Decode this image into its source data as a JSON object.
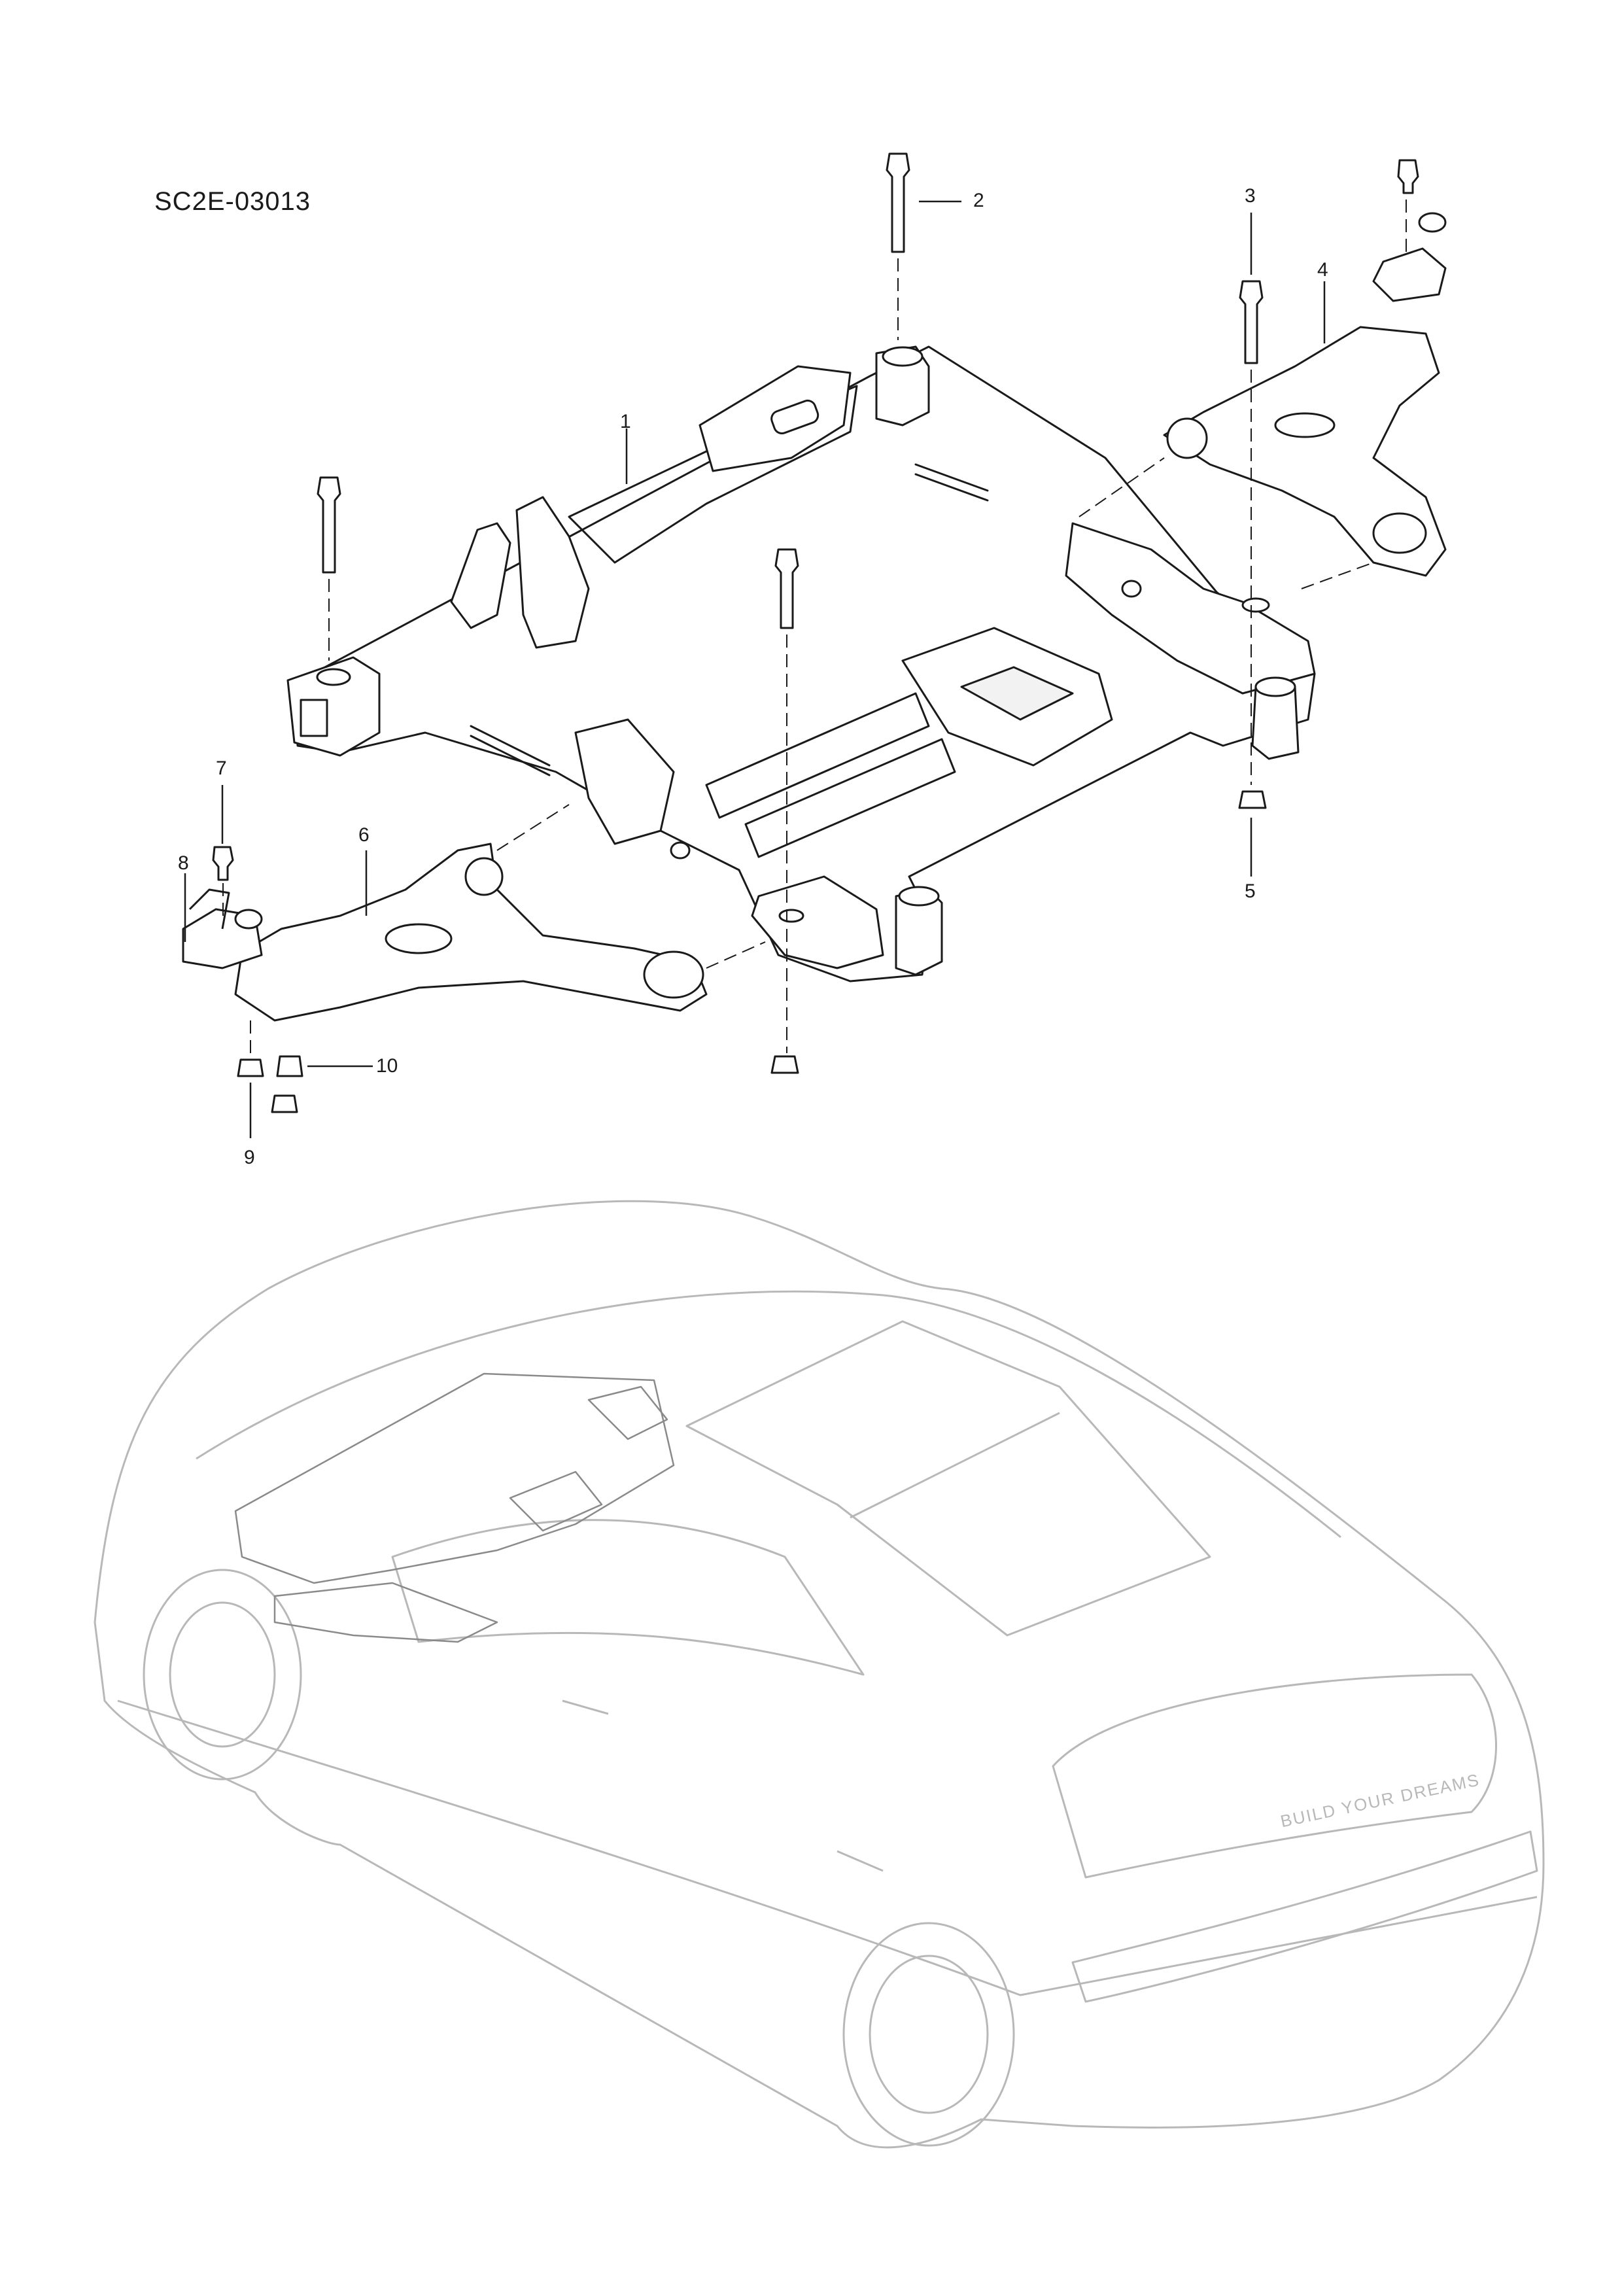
{
  "drawing_code": "SC2E-03013",
  "callouts": [
    {
      "id": "1",
      "label": "1"
    },
    {
      "id": "2",
      "label": "2"
    },
    {
      "id": "3",
      "label": "3"
    },
    {
      "id": "4",
      "label": "4"
    },
    {
      "id": "5",
      "label": "5"
    },
    {
      "id": "6",
      "label": "6"
    },
    {
      "id": "7",
      "label": "7"
    },
    {
      "id": "8",
      "label": "8"
    },
    {
      "id": "9",
      "label": "9"
    },
    {
      "id": "10",
      "label": "10"
    }
  ],
  "vehicle_badge": "BUILD YOUR DREAMS",
  "colors": {
    "line": "#1a1a1a",
    "ghost_line": "#b8b8b8",
    "background": "#ffffff"
  }
}
